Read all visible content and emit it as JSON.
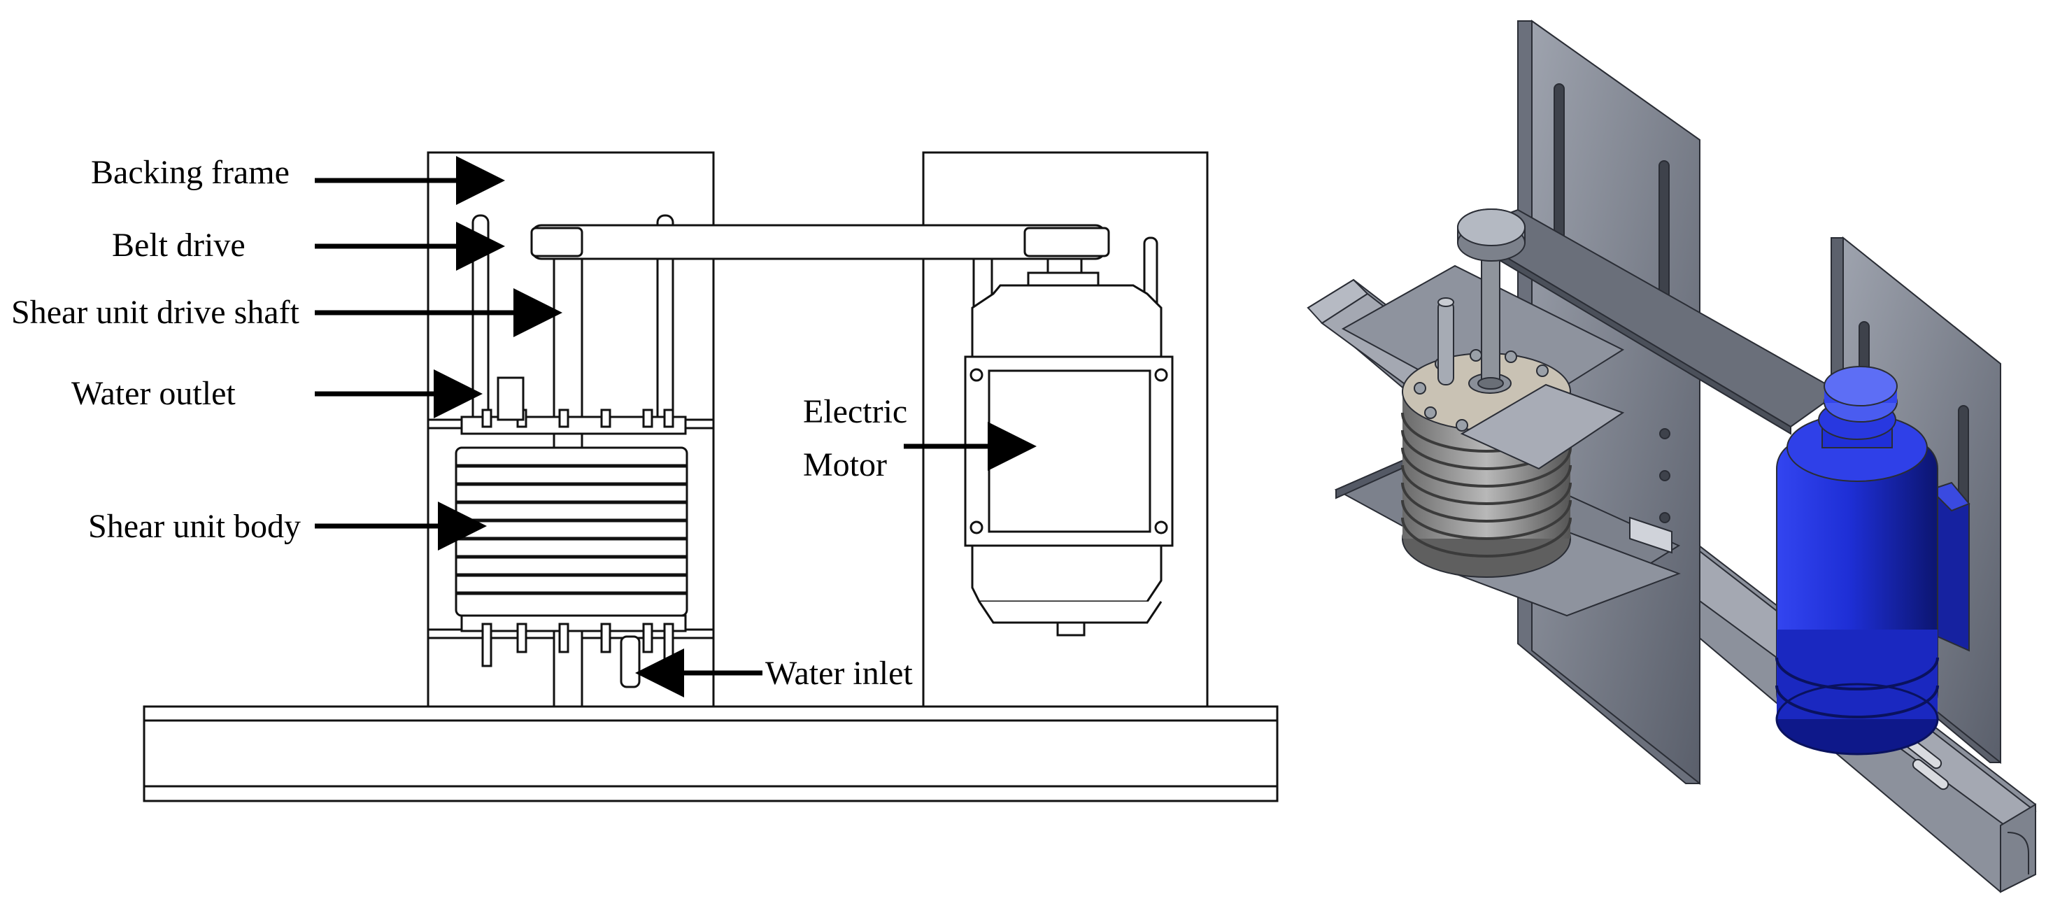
{
  "labels": {
    "backing_frame": "Backing frame",
    "belt_drive": "Belt drive",
    "drive_shaft": "Shear unit drive shaft",
    "water_outlet": "Water outlet",
    "shear_body": "Shear unit body",
    "motor_line1": "Electric",
    "motor_line2": "Motor",
    "water_inlet": "Water inlet"
  },
  "colors": {
    "line": "#111111",
    "frame_fill": "#ffffff",
    "plate_gray": "#7a7f8c",
    "plate_dark": "#4e535e",
    "plate_light": "#aeb2bc",
    "motor_blue": "#1e2fd6",
    "motor_dark": "#101b8a",
    "motor_light": "#4a5cf0"
  }
}
